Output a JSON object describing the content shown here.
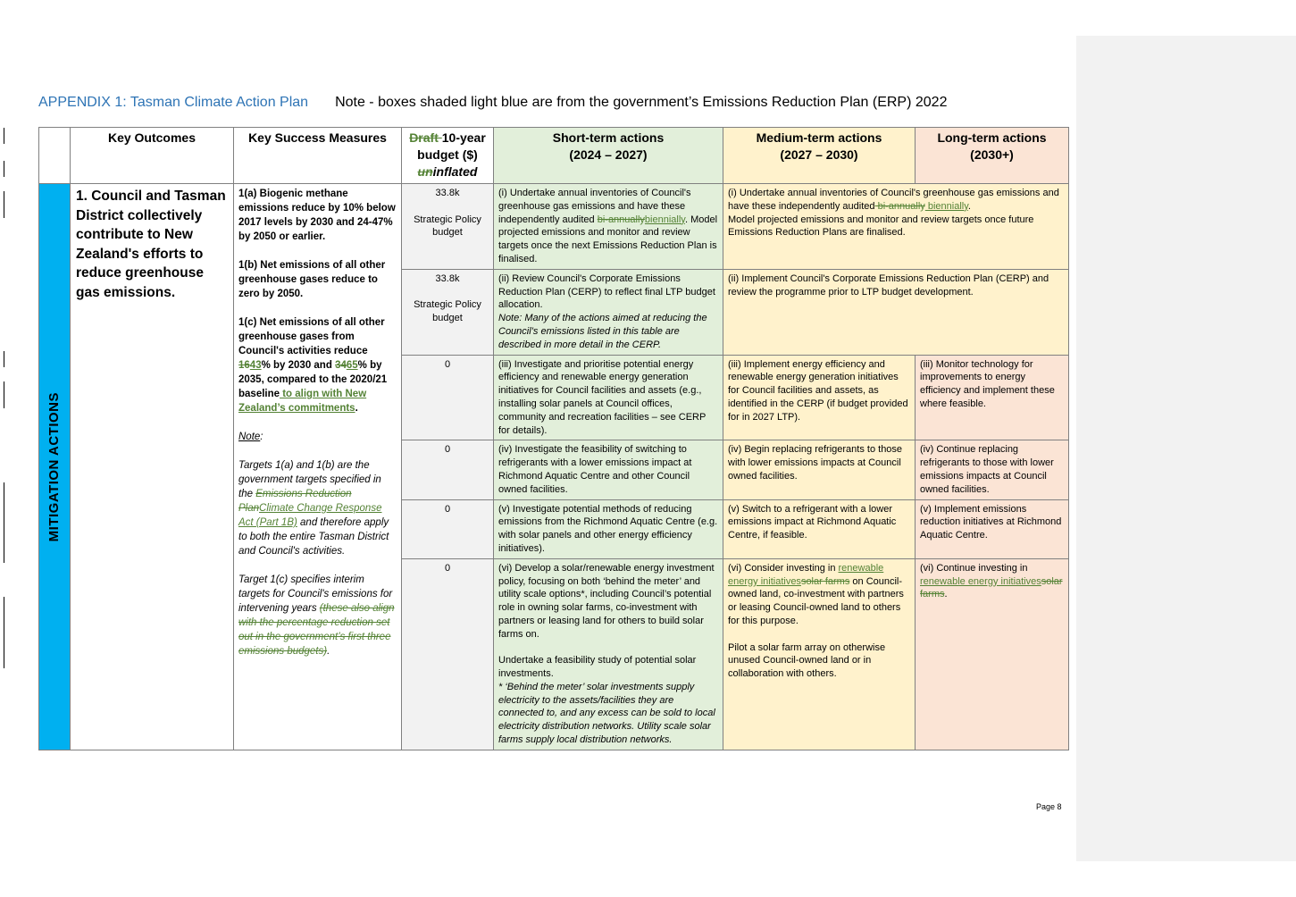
{
  "heading": {
    "appendix": "APPENDIX 1: Tasman Climate Action Plan",
    "note": "Note - boxes shaded light blue are from the government’s Emissions Reduction Plan (ERP) 2022"
  },
  "colors": {
    "accent_blue": "#00b0f0",
    "heading_blue": "#2e74b5",
    "short_term": "#e2efda",
    "medium_term": "#fff2cc",
    "long_term": "#fbe4d5",
    "tracked_change": "#548235"
  },
  "headers": {
    "outcomes": "Key Outcomes",
    "measures": "Key Success Measures",
    "budget_del": "Draft ",
    "budget_a": "10-year budget ($) ",
    "budget_del2": "un",
    "budget_b": "inflated",
    "short": "Short-term actions",
    "short_years": "(2024 – 2027)",
    "medium": "Medium-term actions",
    "medium_years": "(2027 – 2030)",
    "long": "Long-term actions",
    "long_years": "(2030+)"
  },
  "section_label": "MITIGATION ACTIONS",
  "outcome": "1. Council and Tasman District collectively contribute to New Zealand's efforts to reduce greenhouse gas emissions.",
  "measures": {
    "m1a": "1(a) Biogenic methane emissions reduce by 10% below 2017 levels by 2030 and 24-47% by 2050 or earlier.",
    "m1b": "1(b) Net emissions of all other greenhouse gases reduce to zero by 2050.",
    "m1c_a": "1(c) Net emissions of all other greenhouse gases from Council's activities reduce ",
    "m1c_del1": "16",
    "m1c_ins1": "43",
    "m1c_b": "% by 2030 and ",
    "m1c_del2": "34",
    "m1c_ins2": "65",
    "m1c_c": "% by 2035, compared to the 2020/21 baseline",
    "m1c_ins3": " to align with New Zealand’s commitments",
    "m1c_d": ".",
    "note_label": "Note",
    "note_colon": ":",
    "t_a": "Targets 1(a) and 1(b) are the government targets specified in the ",
    "t_del": "Emissions Reduction Plan",
    "t_ins": "Climate Change Response Act (Part 1B)",
    "t_b": " and therefore apply to both the entire Tasman District and Council's activities.",
    "t1c_a": "Target 1(c) specifies interim targets for Council's emissions for intervening years ",
    "t1c_del": "(these also align with the percentage reduction set out in the government’s first three emissions budgets)",
    "t1c_b": "."
  },
  "rows": [
    {
      "budget": "33.8k",
      "budget_note": "Strategic Policy budget",
      "short_a": "(i) Undertake annual inventories of Council's greenhouse gas emissions and have these independently audited ",
      "short_del": "bi-annually",
      "short_ins": "biennially",
      "short_b": ". Model projected emissions and monitor and review targets once the next Emissions Reduction Plan is finalised.",
      "med_a": "(i) Undertake annual inventories of Council's greenhouse gas emissions and have these independently audited",
      "med_del": " bi-annually",
      "med_ins": " biennially",
      "med_b": ".",
      "med_c": "Model projected emissions and monitor and review targets once future Emissions Reduction Plans are finalised."
    },
    {
      "budget": "33.8k",
      "budget_note": "Strategic Policy budget",
      "short_a": "(ii) Review Council's Corporate Emissions Reduction Plan (CERP) to reflect final LTP budget allocation.",
      "short_note": "Note: Many of the actions aimed at reducing the Council’s emissions listed in this table are described in more detail in the CERP.",
      "med": "(ii) Implement Council's Corporate Emissions Reduction Plan (CERP) and review the programme prior to LTP budget development."
    },
    {
      "budget": "0",
      "short": "(iii) Investigate and prioritise potential energy efficiency and renewable energy generation initiatives for Council facilities and assets (e.g., installing solar panels at Council offices, community and recreation facilities – see CERP for details).",
      "med": "(iii) Implement energy efficiency and renewable energy generation initiatives for Council facilities and assets, as identified in the CERP (if budget provided for in 2027 LTP).",
      "long": "(iii) Monitor technology for improvements to energy efficiency and implement these where feasible."
    },
    {
      "budget": "0",
      "short": "(iv) Investigate the feasibility of switching to refrigerants with a lower emissions impact at Richmond Aquatic Centre and other Council owned facilities.",
      "med": "(iv) Begin replacing refrigerants to those with lower emissions impacts at Council owned facilities.",
      "long": "(iv) Continue replacing refrigerants to those with lower emissions impacts at Council owned facilities."
    },
    {
      "budget": "0",
      "short": "(v) Investigate potential methods of reducing emissions from the Richmond Aquatic Centre (e.g. with solar panels and other energy efficiency initiatives).",
      "med": "(v) Switch to a refrigerant with a lower emissions impact at Richmond Aquatic Centre, if feasible.",
      "long": "(v) Implement emissions reduction initiatives at Richmond Aquatic Centre."
    },
    {
      "budget": "0",
      "short_a": "(vi) Develop a solar/renewable energy investment policy, focusing on both ‘behind the meter’ and utility scale options*, including Council’s potential role in owning solar farms, co-investment with partners or leasing land for others to build solar farms on.",
      "short_b": "Undertake a feasibility study of potential solar investments.",
      "short_note": "* ‘Behind the meter’ solar investments supply electricity to the assets/facilities they are connected to, and any excess can be sold to local electricity distribution networks. Utility scale solar farms supply local distribution networks.",
      "med_a": " (vi) Consider investing in ",
      "med_ins": "renewable energy initiatives",
      "med_del": "solar farms",
      "med_b": " on Council-owned land, co-investment with partners or leasing Council-owned land to others for this purpose.",
      "med_c": "Pilot a solar farm array on otherwise unused Council-owned land or in collaboration with others.",
      "long_a": "(vi) Continue investing in ",
      "long_ins": "renewable energy initiatives",
      "long_del": "solar farms",
      "long_b": "."
    }
  ],
  "page_number": "Page 8"
}
